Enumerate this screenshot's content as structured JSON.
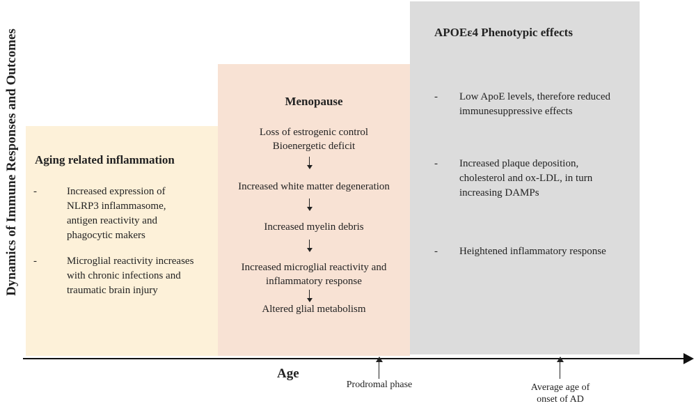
{
  "y_axis": {
    "label": "Dynamics of Immune Responses and Outcomes"
  },
  "x_axis": {
    "label": "Age"
  },
  "panels": {
    "aging": {
      "title": "Aging related inflammation",
      "color": "#fdf1d9",
      "bullets": [
        {
          "dash": "-",
          "text": "Increased expression of NLRP3 inflammasome, antigen reactivity and phagocytic makers"
        },
        {
          "dash": "-",
          "text": "Microglial reactivity increases with chronic infections and traumatic brain injury"
        }
      ]
    },
    "menopause": {
      "title": "Menopause",
      "color": "#f8e2d4",
      "steps": [
        "Loss of estrogenic control",
        "Bioenergetic deficit",
        "Increased white matter degeneration",
        "Increased myelin debris",
        "Increased microglial reactivity and",
        "inflammatory response",
        "Altered glial metabolism"
      ]
    },
    "apoe": {
      "title": "APOEε4 Phenotypic effects",
      "color": "#dcdcdc",
      "bullets": [
        {
          "dash": "-",
          "text": "Low ApoE levels, therefore reduced immunesuppressive effects"
        },
        {
          "dash": "-",
          "text": "Increased plaque deposition, cholesterol and ox-LDL, in turn increasing DAMPs"
        },
        {
          "dash": "-",
          "text": "Heightened inflammatory response"
        }
      ]
    }
  },
  "markers": {
    "prodromal": "Prodromal phase",
    "onset_line1": "Average age of",
    "onset_line2": "onset of AD"
  }
}
